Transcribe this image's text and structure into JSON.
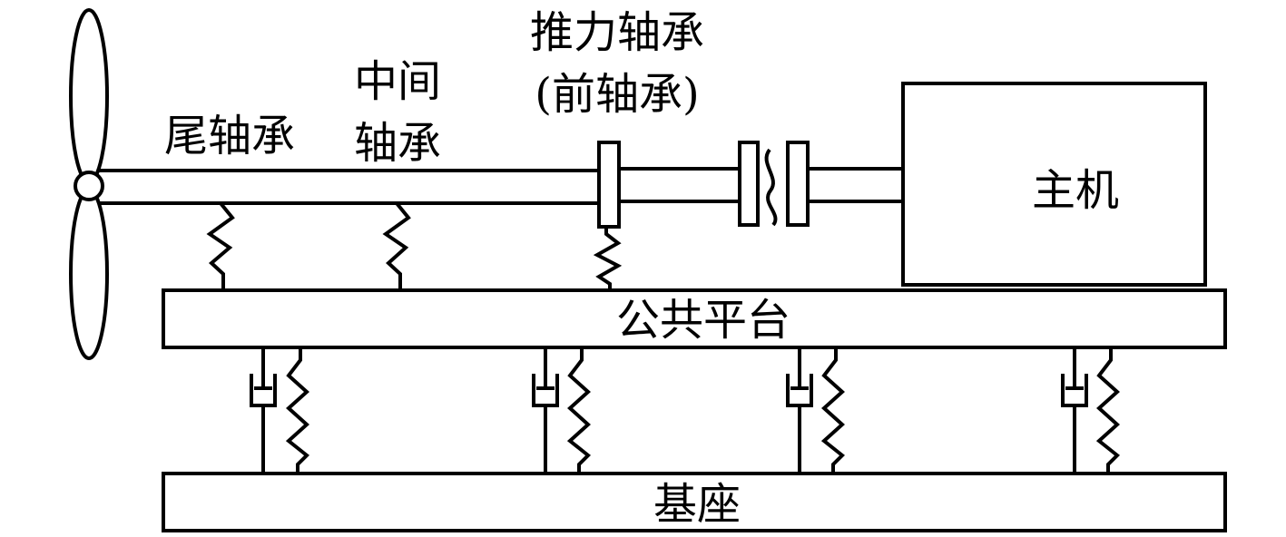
{
  "labels": {
    "stern_bearing": "尾轴承",
    "intermediate_bearing_line1": "中间",
    "intermediate_bearing_line2": "轴承",
    "thrust_bearing_line1": "推力轴承",
    "thrust_bearing_line2": "(前轴承)",
    "main_engine": "主机",
    "common_platform": "公共平台",
    "base": "基座"
  },
  "colors": {
    "stroke": "#000000",
    "background": "#ffffff"
  }
}
